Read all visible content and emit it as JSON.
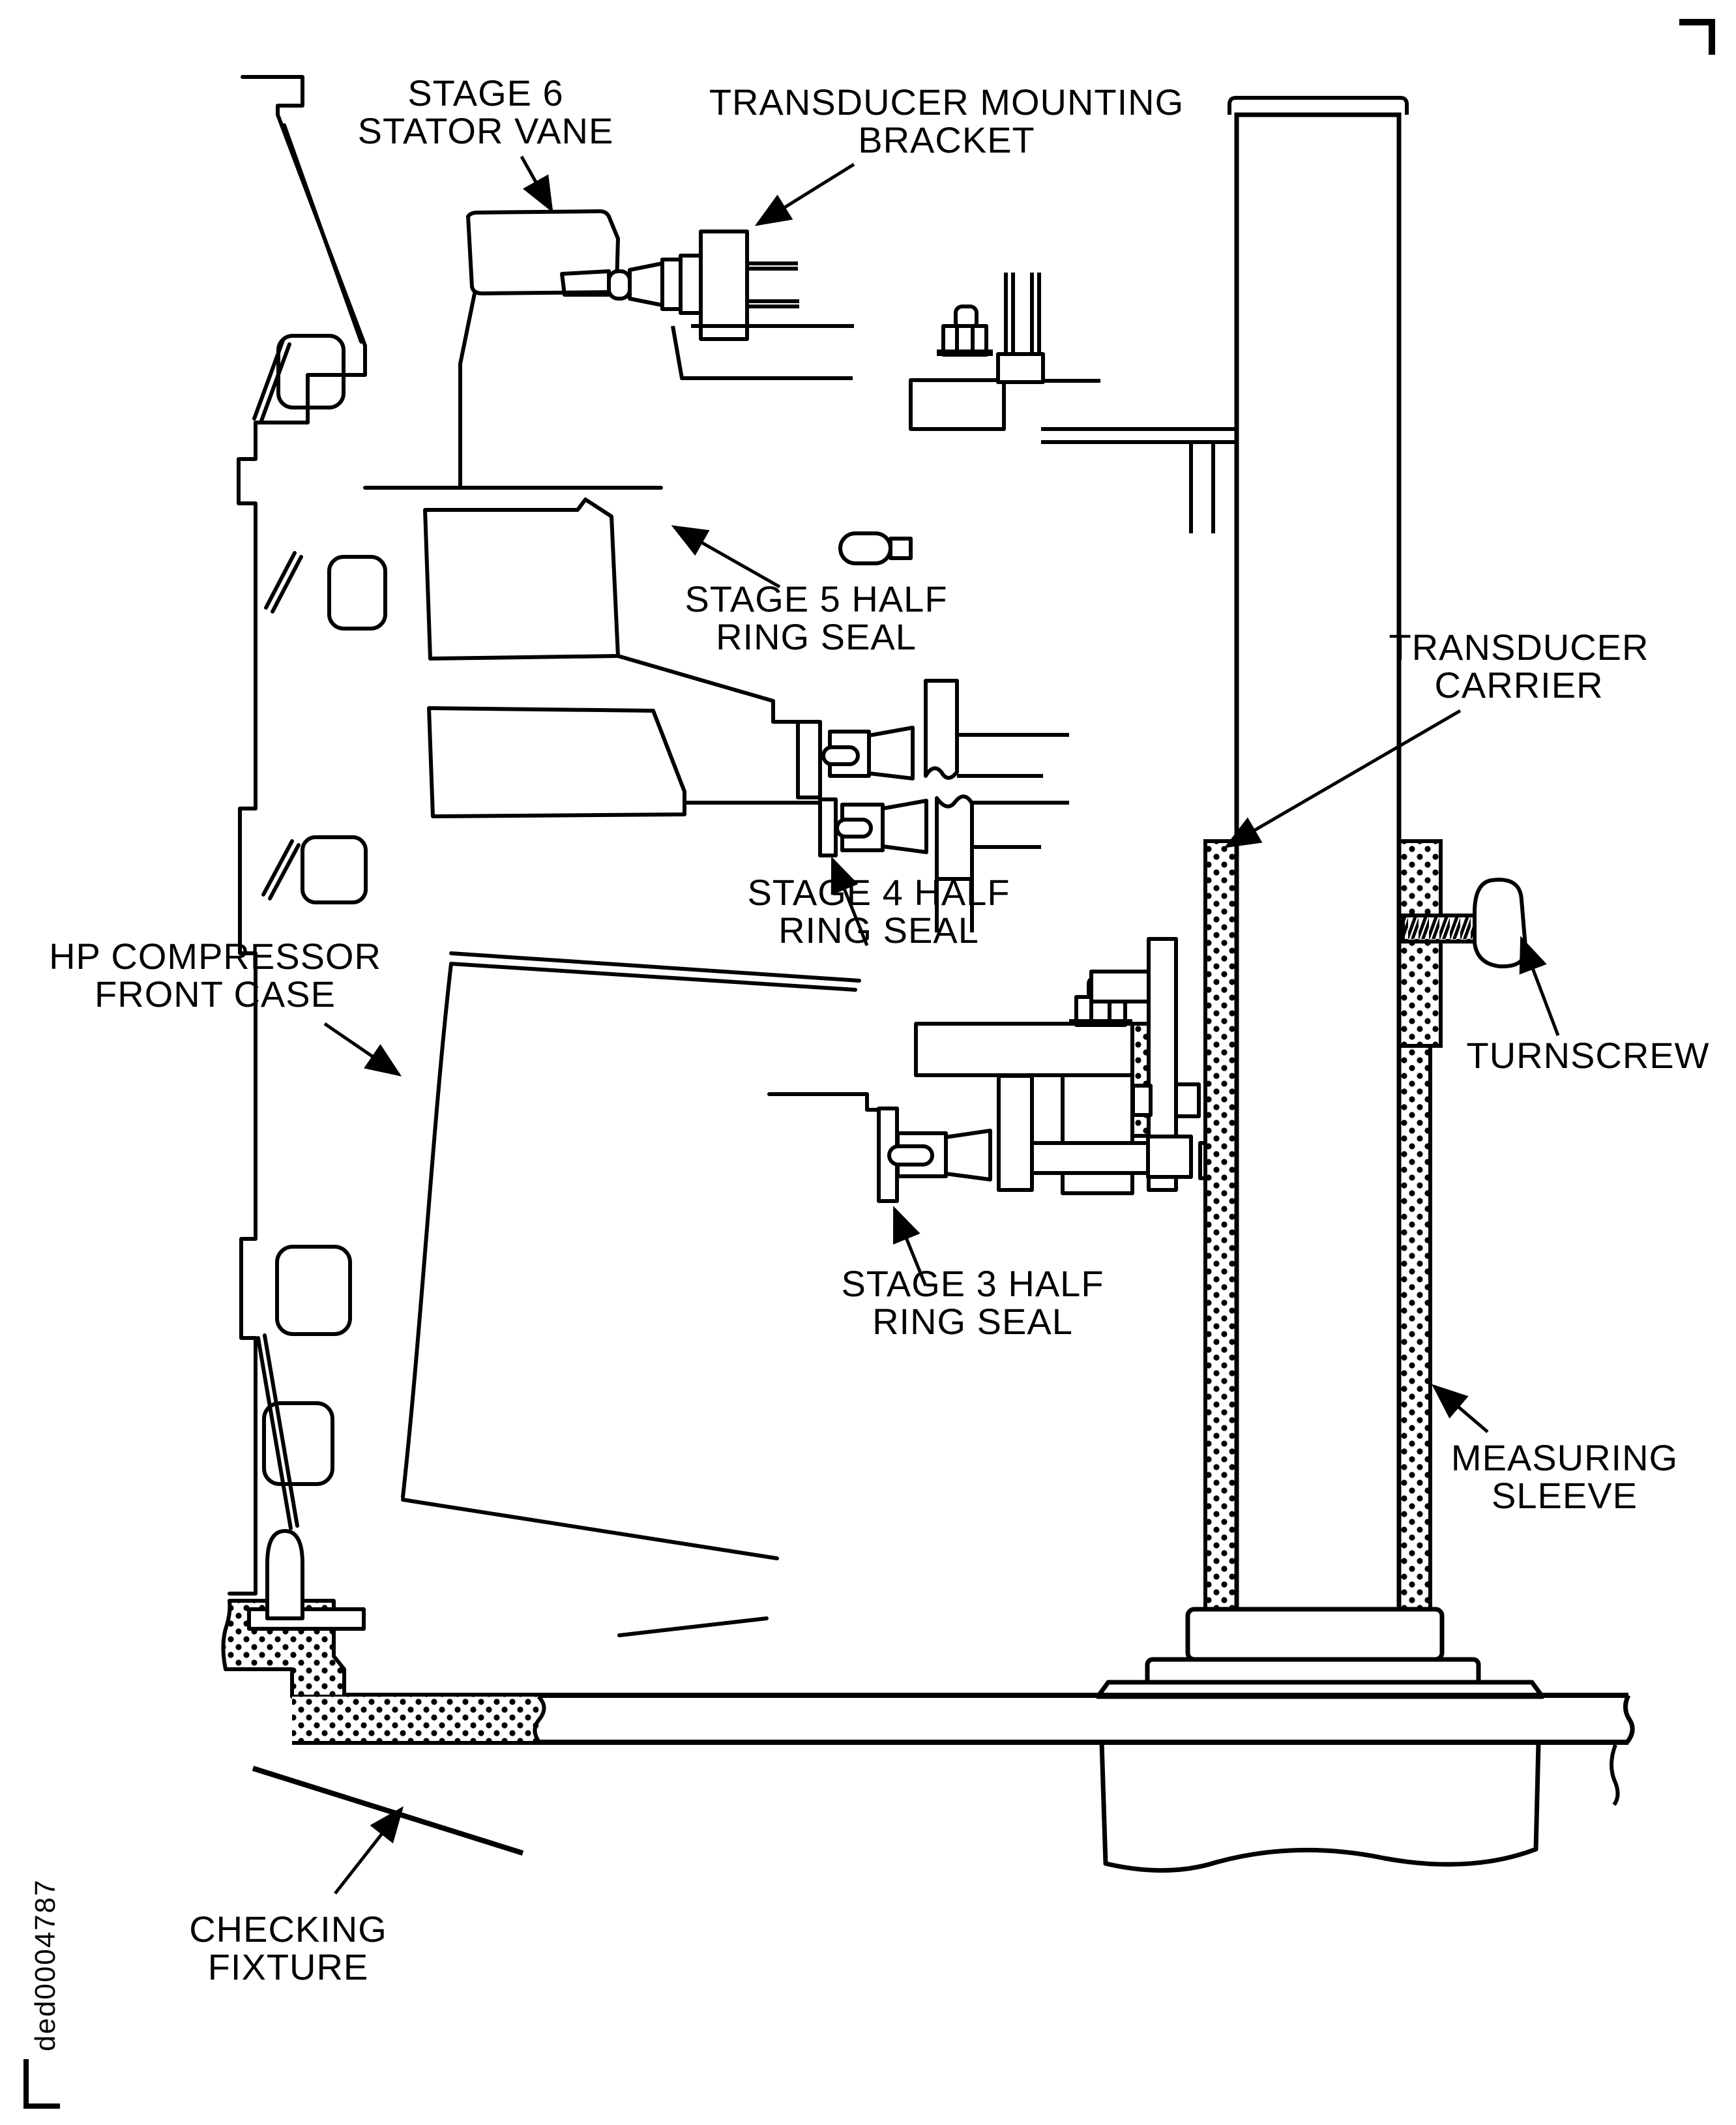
{
  "figure": {
    "type": "technical-cross-section-diagram",
    "figure_id": "ded0004787",
    "colors": {
      "ink": "#000000",
      "paper": "#ffffff"
    },
    "labels": {
      "stage6": {
        "line1": "STAGE 6",
        "line2": "STATOR VANE"
      },
      "mounting_bracket": {
        "line1": "TRANSDUCER MOUNTING",
        "line2": "BRACKET"
      },
      "stage5": {
        "line1": "STAGE 5 HALF",
        "line2": "RING SEAL"
      },
      "carrier": {
        "line1": "TRANSDUCER",
        "line2": "CARRIER"
      },
      "stage4": {
        "line1": "STAGE 4 HALF",
        "line2": "RING SEAL"
      },
      "hp_case": {
        "line1": "HP COMPRESSOR",
        "line2": "FRONT CASE"
      },
      "turnscrew": {
        "line1": "TURNSCREW"
      },
      "stage3": {
        "line1": "STAGE 3 HALF",
        "line2": "RING SEAL"
      },
      "measuring_sleeve": {
        "line1": "MEASURING",
        "line2": "SLEEVE"
      },
      "checking_fixture": {
        "line1": "CHECKING",
        "line2": "FIXTURE"
      }
    }
  }
}
